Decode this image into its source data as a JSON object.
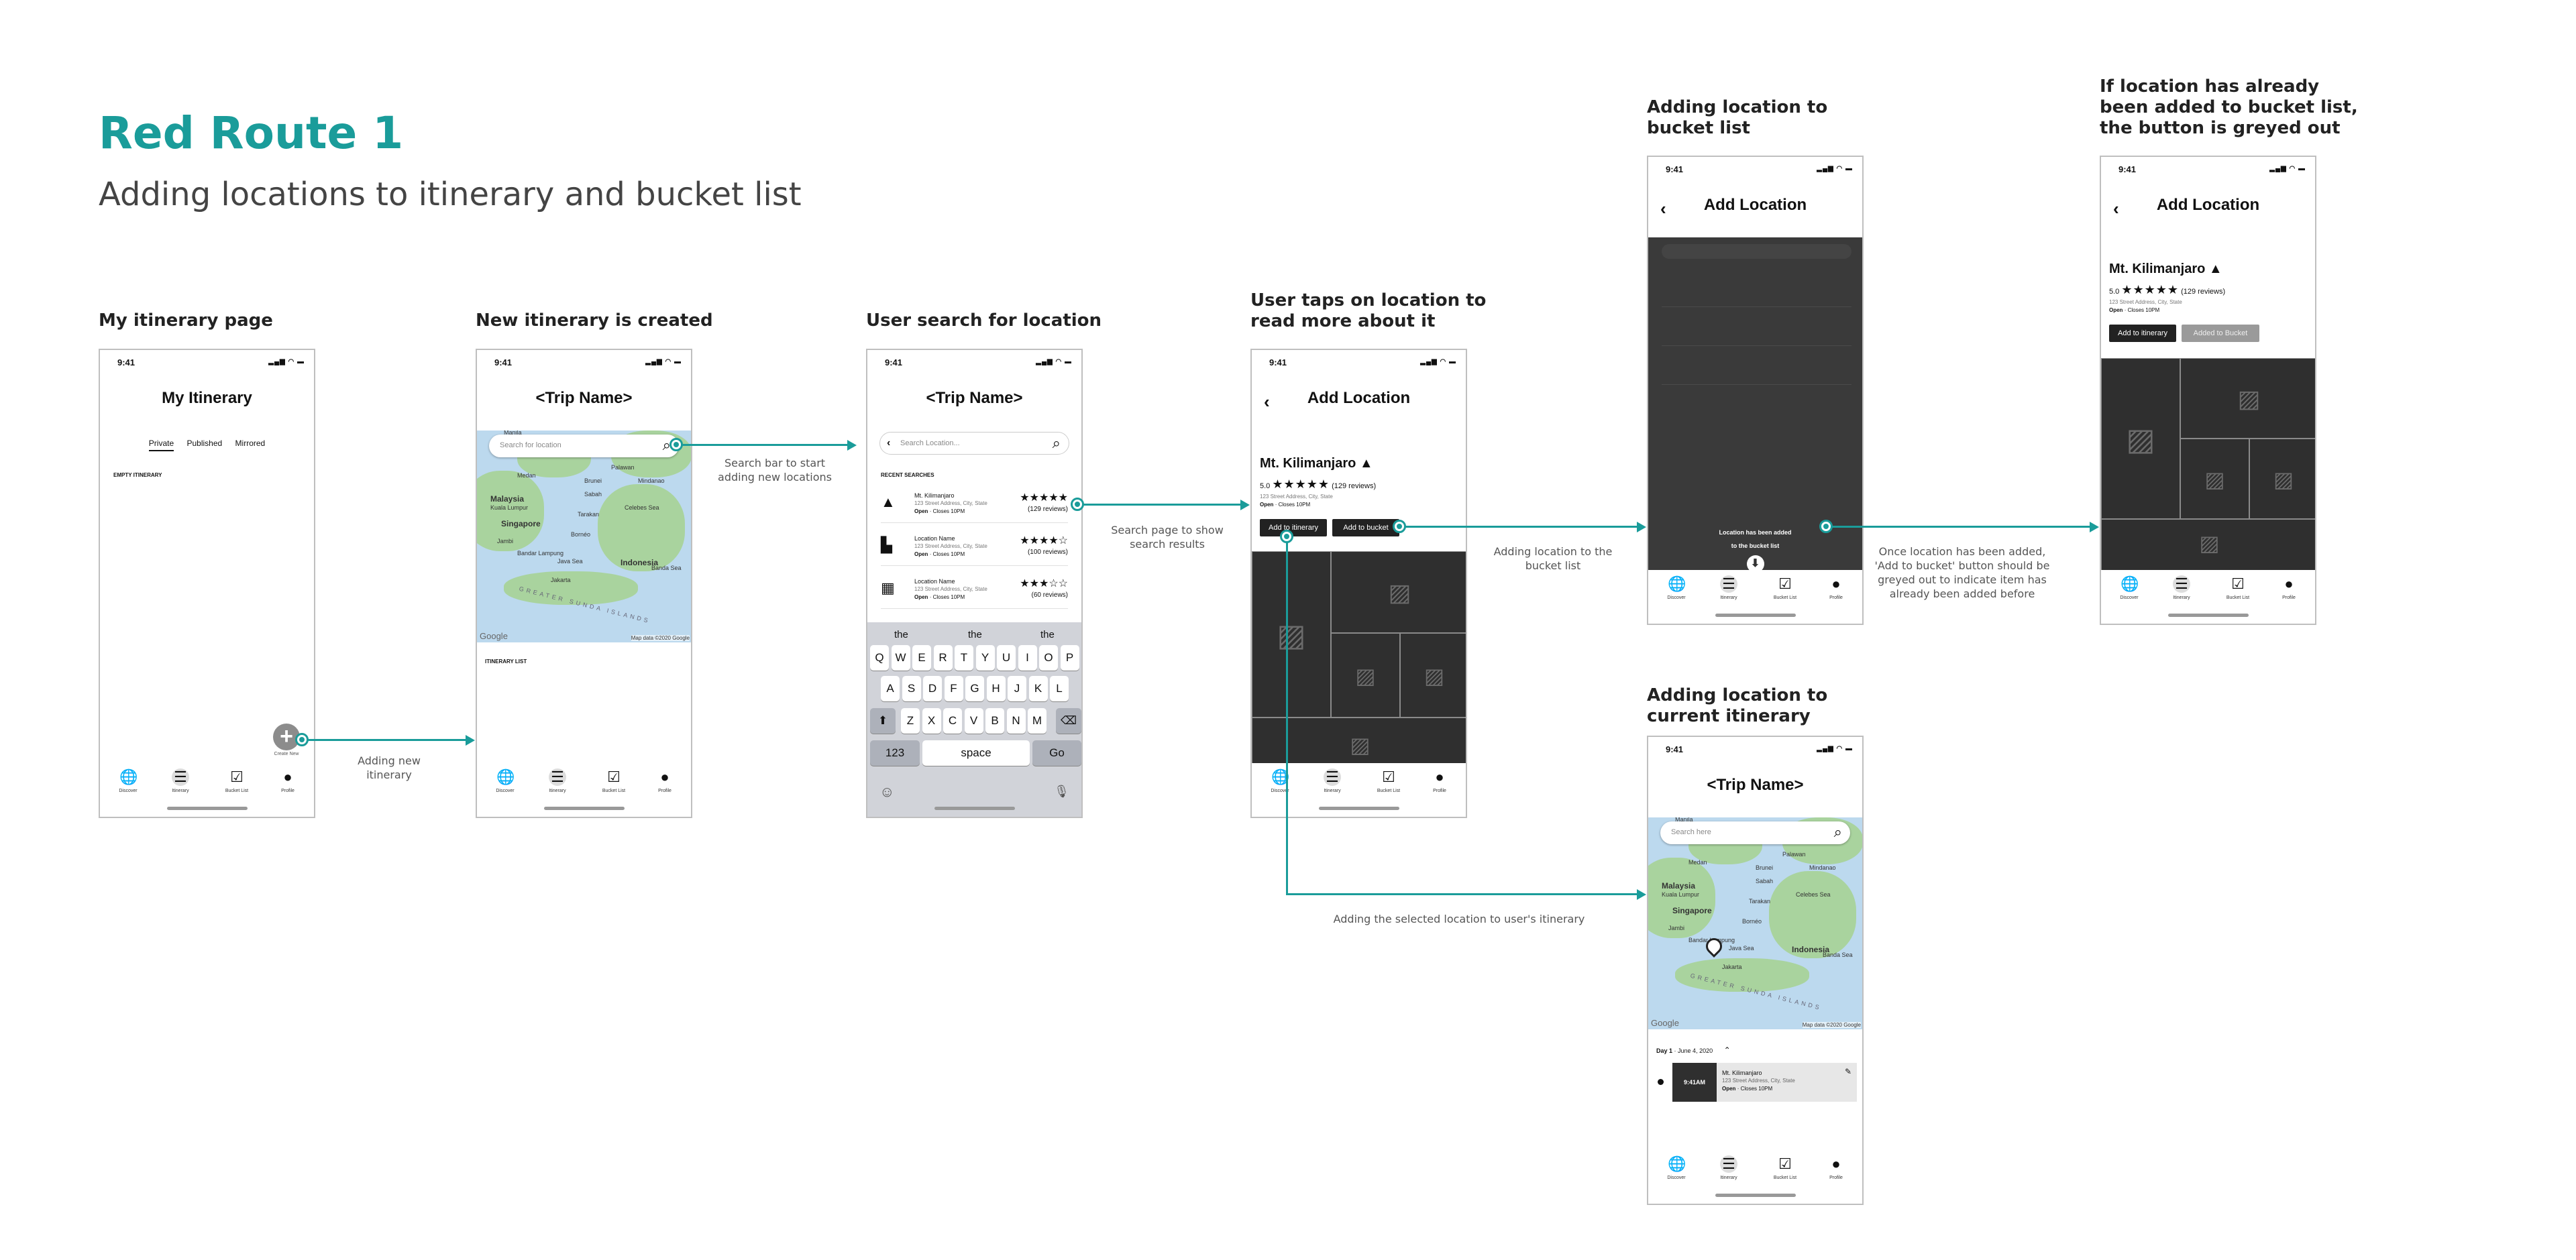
{
  "title": "Red Route 1",
  "subtitle": "Adding locations to itinerary and bucket list",
  "steps": {
    "s1": "My itinerary page",
    "s2": "New itinerary is created",
    "s3": "User search for location",
    "s4_l1": "User taps on location to",
    "s4_l2": "read more about it",
    "s5_l1": "Adding location to",
    "s5_l2": "bucket list",
    "s6_l1": "If location has already",
    "s6_l2": "been added to bucket list,",
    "s6_l3": "the button is greyed out",
    "s7_l1": "Adding location to",
    "s7_l2": "current itinerary"
  },
  "notes": {
    "n1_l1": "Adding new",
    "n1_l2": "itinerary",
    "n2_l1": "Search bar to start",
    "n2_l2": "adding new locations",
    "n3_l1": "Search page to show",
    "n3_l2": "search results",
    "n4_l1": "Adding location to the",
    "n4_l2": "bucket list",
    "n5_l1": "Once location has been added,",
    "n5_l2": "'Add to bucket' button should be",
    "n5_l3": "greyed out to indicate item has",
    "n5_l4": "already been added before",
    "n6": "Adding the selected location to user's itinerary"
  },
  "status_time": "9:41",
  "status_icons": "▂▄▆ ◠ ▬",
  "nav": {
    "discover": "Discover",
    "itinerary": "Itinerary",
    "bucket": "Bucket List",
    "profile": "Profile"
  },
  "icons": {
    "discover": "globe-icon",
    "itinerary": "list-icon",
    "bucket": "check-box-icon",
    "profile": "user-icon",
    "search": "magnifier-icon",
    "back": "chevron-left-icon",
    "mountain": "mountain-icon",
    "image": "image-placeholder-icon",
    "download": "download-icon",
    "pin": "map-pin-icon",
    "edit": "edit-icon",
    "plus": "plus-circle-icon"
  },
  "colors": {
    "accent": "#1a9c9a",
    "dark_panel": "#2f2f2f",
    "map_water": "#bcd9ee",
    "map_land": "#a9d39e"
  },
  "screen1": {
    "header": "My Itinerary",
    "tabs": [
      "Private",
      "Published",
      "Mirrored"
    ],
    "empty": "EMPTY ITINERARY",
    "create": "Create New"
  },
  "screen2": {
    "header": "<Trip Name>",
    "search_placeholder": "Search for location",
    "list_label": "ITINERARY LIST"
  },
  "map": {
    "labels": [
      "Malaysia",
      "Singapore",
      "Indonesia",
      "Kuala Lumpur",
      "Medan",
      "Mindanao",
      "Palawan",
      "Brunei",
      "Celebes Sea",
      "Java Sea",
      "Banda Sea",
      "Jakarta",
      "Manila",
      "Bandar Lampung",
      "Jambi",
      "Tarakan",
      "Sabah",
      "Bornéo"
    ],
    "sea_label": "GREATER SUNDA ISLANDS",
    "google": "Google",
    "credit": "Map data ©2020 Google"
  },
  "screen3": {
    "header": "<Trip Name>",
    "search_placeholder": "Search Location...",
    "recent_label": "RECENT SEARCHES",
    "results": [
      {
        "name": "Mt. Kilimanjaro",
        "address": "123 Street Address, City, State",
        "open": "Open",
        "closes": "· Closes 10PM",
        "stars": "★★★★★",
        "reviews": "(129 reviews)"
      },
      {
        "name": "Location Name",
        "address": "123 Street Address, City, State",
        "open": "Open",
        "closes": "· Closes 10PM",
        "stars": "★★★★☆",
        "reviews": "(100 reviews)"
      },
      {
        "name": "Location Name",
        "address": "123 Street Address, City, State",
        "open": "Open",
        "closes": "· Closes 10PM",
        "stars": "★★★☆☆",
        "reviews": "(60 reviews)"
      }
    ],
    "suggestions": [
      "the",
      "the",
      "the"
    ],
    "rows": [
      [
        "Q",
        "W",
        "E",
        "R",
        "T",
        "Y",
        "U",
        "I",
        "O",
        "P"
      ],
      [
        "A",
        "S",
        "D",
        "F",
        "G",
        "H",
        "J",
        "K",
        "L"
      ],
      [
        "Z",
        "X",
        "C",
        "V",
        "B",
        "N",
        "M"
      ]
    ],
    "shift": "⬆",
    "delete": "⌫",
    "num": "123",
    "space": "space",
    "go": "Go",
    "emoji": "☺",
    "mic": "🎙"
  },
  "location": {
    "header": "Add Location",
    "name": "Mt. Kilimanjaro",
    "rating": "5.0",
    "stars": "★★★★★",
    "reviews": "(129 reviews)",
    "address": "123 Street Address, City, State",
    "open": "Open",
    "closes": "· Closes 10PM",
    "add_itinerary": "Add to itinerary",
    "add_bucket": "Add to bucket",
    "added_bucket": "Added to Bucket"
  },
  "screen5": {
    "toast_l1": "Location has been added",
    "toast_l2": "to the bucket list"
  },
  "screen7": {
    "header": "<Trip Name>",
    "search_placeholder": "Search here",
    "day": "Day 1",
    "date": "· June 4, 2020",
    "caret": "⌃",
    "time": "9:41AM",
    "item_name": "Mt. Kilimanjaro",
    "item_address": "123 Street Address, City, State",
    "item_open": "Open",
    "item_closes": "· Closes 10PM"
  }
}
